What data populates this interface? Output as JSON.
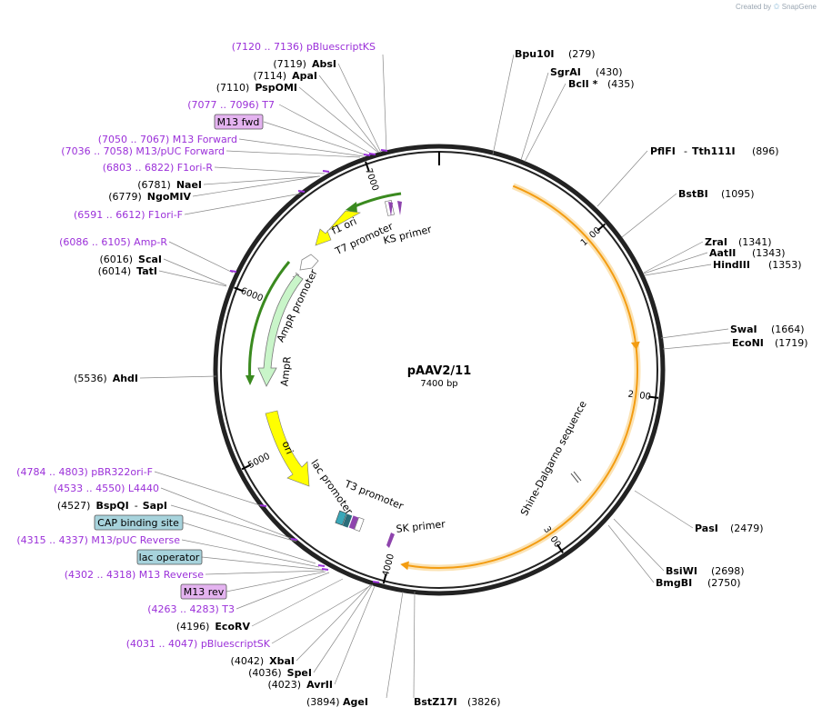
{
  "brand": {
    "created_by": "Created by",
    "app": "SnapGene"
  },
  "plasmid": {
    "name": "pAAV2/11",
    "size": "7400 bp",
    "length": 7400
  },
  "ticks": [
    {
      "pos": 1000,
      "label": "1000"
    },
    {
      "pos": 2000,
      "label": "2000"
    },
    {
      "pos": 3000,
      "label": "3000"
    },
    {
      "pos": 4000,
      "label": "4000"
    },
    {
      "pos": 5000,
      "label": "5000"
    },
    {
      "pos": 6000,
      "label": "6000"
    },
    {
      "pos": 7000,
      "label": "7000"
    }
  ],
  "sites_right": [
    {
      "name": "Bpu10I",
      "pos": "(279)",
      "bp": 279
    },
    {
      "name": "SgrAI",
      "pos": "(430)",
      "bp": 430
    },
    {
      "name": "BclI *",
      "pos": "(435)",
      "bp": 435
    },
    {
      "name": "PflFI",
      "name2": "Tth111I",
      "pos": "(896)",
      "bp": 896
    },
    {
      "name": "BstBI",
      "pos": "(1095)",
      "bp": 1095
    },
    {
      "name": "ZraI",
      "pos": "(1341)",
      "bp": 1341
    },
    {
      "name": "AatII",
      "pos": "(1343)",
      "bp": 1343
    },
    {
      "name": "HindIII",
      "pos": "(1353)",
      "bp": 1353
    },
    {
      "name": "SwaI",
      "pos": "(1664)",
      "bp": 1664
    },
    {
      "name": "EcoNI",
      "pos": "(1719)",
      "bp": 1719
    },
    {
      "name": "PasI",
      "pos": "(2479)",
      "bp": 2479
    },
    {
      "name": "BsiWI",
      "pos": "(2698)",
      "bp": 2698
    },
    {
      "name": "BmgBI",
      "pos": "(2750)",
      "bp": 2750
    },
    {
      "name": "BstZ17I",
      "pos": "(3826)",
      "bp": 3826
    },
    {
      "name": "AgeI",
      "pos": "(3894)",
      "bp": 3894
    }
  ],
  "sites_left": [
    {
      "type": "feat",
      "text": "(7120 .. 7136)  pBluescriptKS",
      "bp": 7128
    },
    {
      "type": "enz",
      "pos": "(7119)",
      "name": "AbsI",
      "bp": 7119
    },
    {
      "type": "enz",
      "pos": "(7114)",
      "name": "ApaI",
      "bp": 7114
    },
    {
      "type": "enz",
      "pos": "(7110)",
      "name": "PspOMI",
      "bp": 7110
    },
    {
      "type": "feat",
      "text": "(7077 .. 7096)  T7",
      "bp": 7086
    },
    {
      "type": "box",
      "text": "M13 fwd",
      "bp": 7070,
      "color": "#e4b3f0"
    },
    {
      "type": "feat",
      "text": "(7050 .. 7067)  M13 Forward",
      "bp": 7058
    },
    {
      "type": "feat",
      "text": "(7036 .. 7058)  M13/pUC Forward",
      "bp": 7047
    },
    {
      "type": "feat",
      "text": "(6803 .. 6822)  F1ori-R",
      "bp": 6812
    },
    {
      "type": "enz",
      "pos": "(6781)",
      "name": "NaeI",
      "bp": 6781
    },
    {
      "type": "enz",
      "pos": "(6779)",
      "name": "NgoMIV",
      "bp": 6779
    },
    {
      "type": "feat",
      "text": "(6591 .. 6612)  F1ori-F",
      "bp": 6601
    },
    {
      "type": "feat",
      "text": "(6086 .. 6105)  Amp-R",
      "bp": 6095
    },
    {
      "type": "enz",
      "pos": "(6016)",
      "name": "ScaI",
      "bp": 6016
    },
    {
      "type": "enz",
      "pos": "(6014)",
      "name": "TatI",
      "bp": 6014
    },
    {
      "type": "enz",
      "pos": "(5536)",
      "name": "AhdI",
      "bp": 5536
    },
    {
      "type": "feat",
      "text": "(4784 .. 4803)  pBR322ori-F",
      "bp": 4793
    },
    {
      "type": "feat",
      "text": "(4533 .. 4550)  L4440",
      "bp": 4541
    },
    {
      "type": "enz",
      "pos": "(4527)",
      "name": "BspQI",
      "name2": "SapI",
      "bp": 4527
    },
    {
      "type": "box",
      "text": "CAP binding site",
      "bp": 4360,
      "color": "#a7d3dc"
    },
    {
      "type": "feat",
      "text": "(4315 .. 4337)  M13/pUC Reverse",
      "bp": 4326
    },
    {
      "type": "box",
      "text": "lac operator",
      "bp": 4300,
      "color": "#a7d3dc"
    },
    {
      "type": "feat",
      "text": "(4302 .. 4318)  M13 Reverse",
      "bp": 4310
    },
    {
      "type": "box",
      "text": "M13 rev",
      "bp": 4292,
      "color": "#e4b3f0"
    },
    {
      "type": "feat",
      "text": "(4263 .. 4283)  T3",
      "bp": 4273
    },
    {
      "type": "enz",
      "pos": "(4196)",
      "name": "EcoRV",
      "bp": 4196
    },
    {
      "type": "feat",
      "text": "(4031 .. 4047)  pBluescriptSK",
      "bp": 4039
    },
    {
      "type": "enz",
      "pos": "(4042)",
      "name": "XbaI",
      "bp": 4042
    },
    {
      "type": "enz",
      "pos": "(4036)",
      "name": "SpeI",
      "bp": 4036
    },
    {
      "type": "enz",
      "pos": "(4023)",
      "name": "AvrII",
      "bp": 4023
    }
  ],
  "features": {
    "f1_ori": "f1 ori",
    "t7_promoter": "T7 promoter",
    "ks_primer": "KS primer",
    "ampr_promoter": "AmpR promoter",
    "ampr": "AmpR",
    "ori": "ori",
    "lac_promoter": "lac promoter",
    "t3_promoter": "T3 promoter",
    "sk_primer": "SK primer",
    "shine_dalgarno": "Shine-Dalgarno sequence"
  },
  "colors": {
    "feature_purple": "#9b30d9",
    "orange_arc": "#f39c12",
    "orange_arc_halo": "#fbe3b5",
    "green_arc": "#3a8a1f",
    "yellow_feature": "#ffff00",
    "ampr_fill": "#c9f5c9",
    "m13_box": "#e4b3f0",
    "lac_box": "#a7d3dc"
  }
}
